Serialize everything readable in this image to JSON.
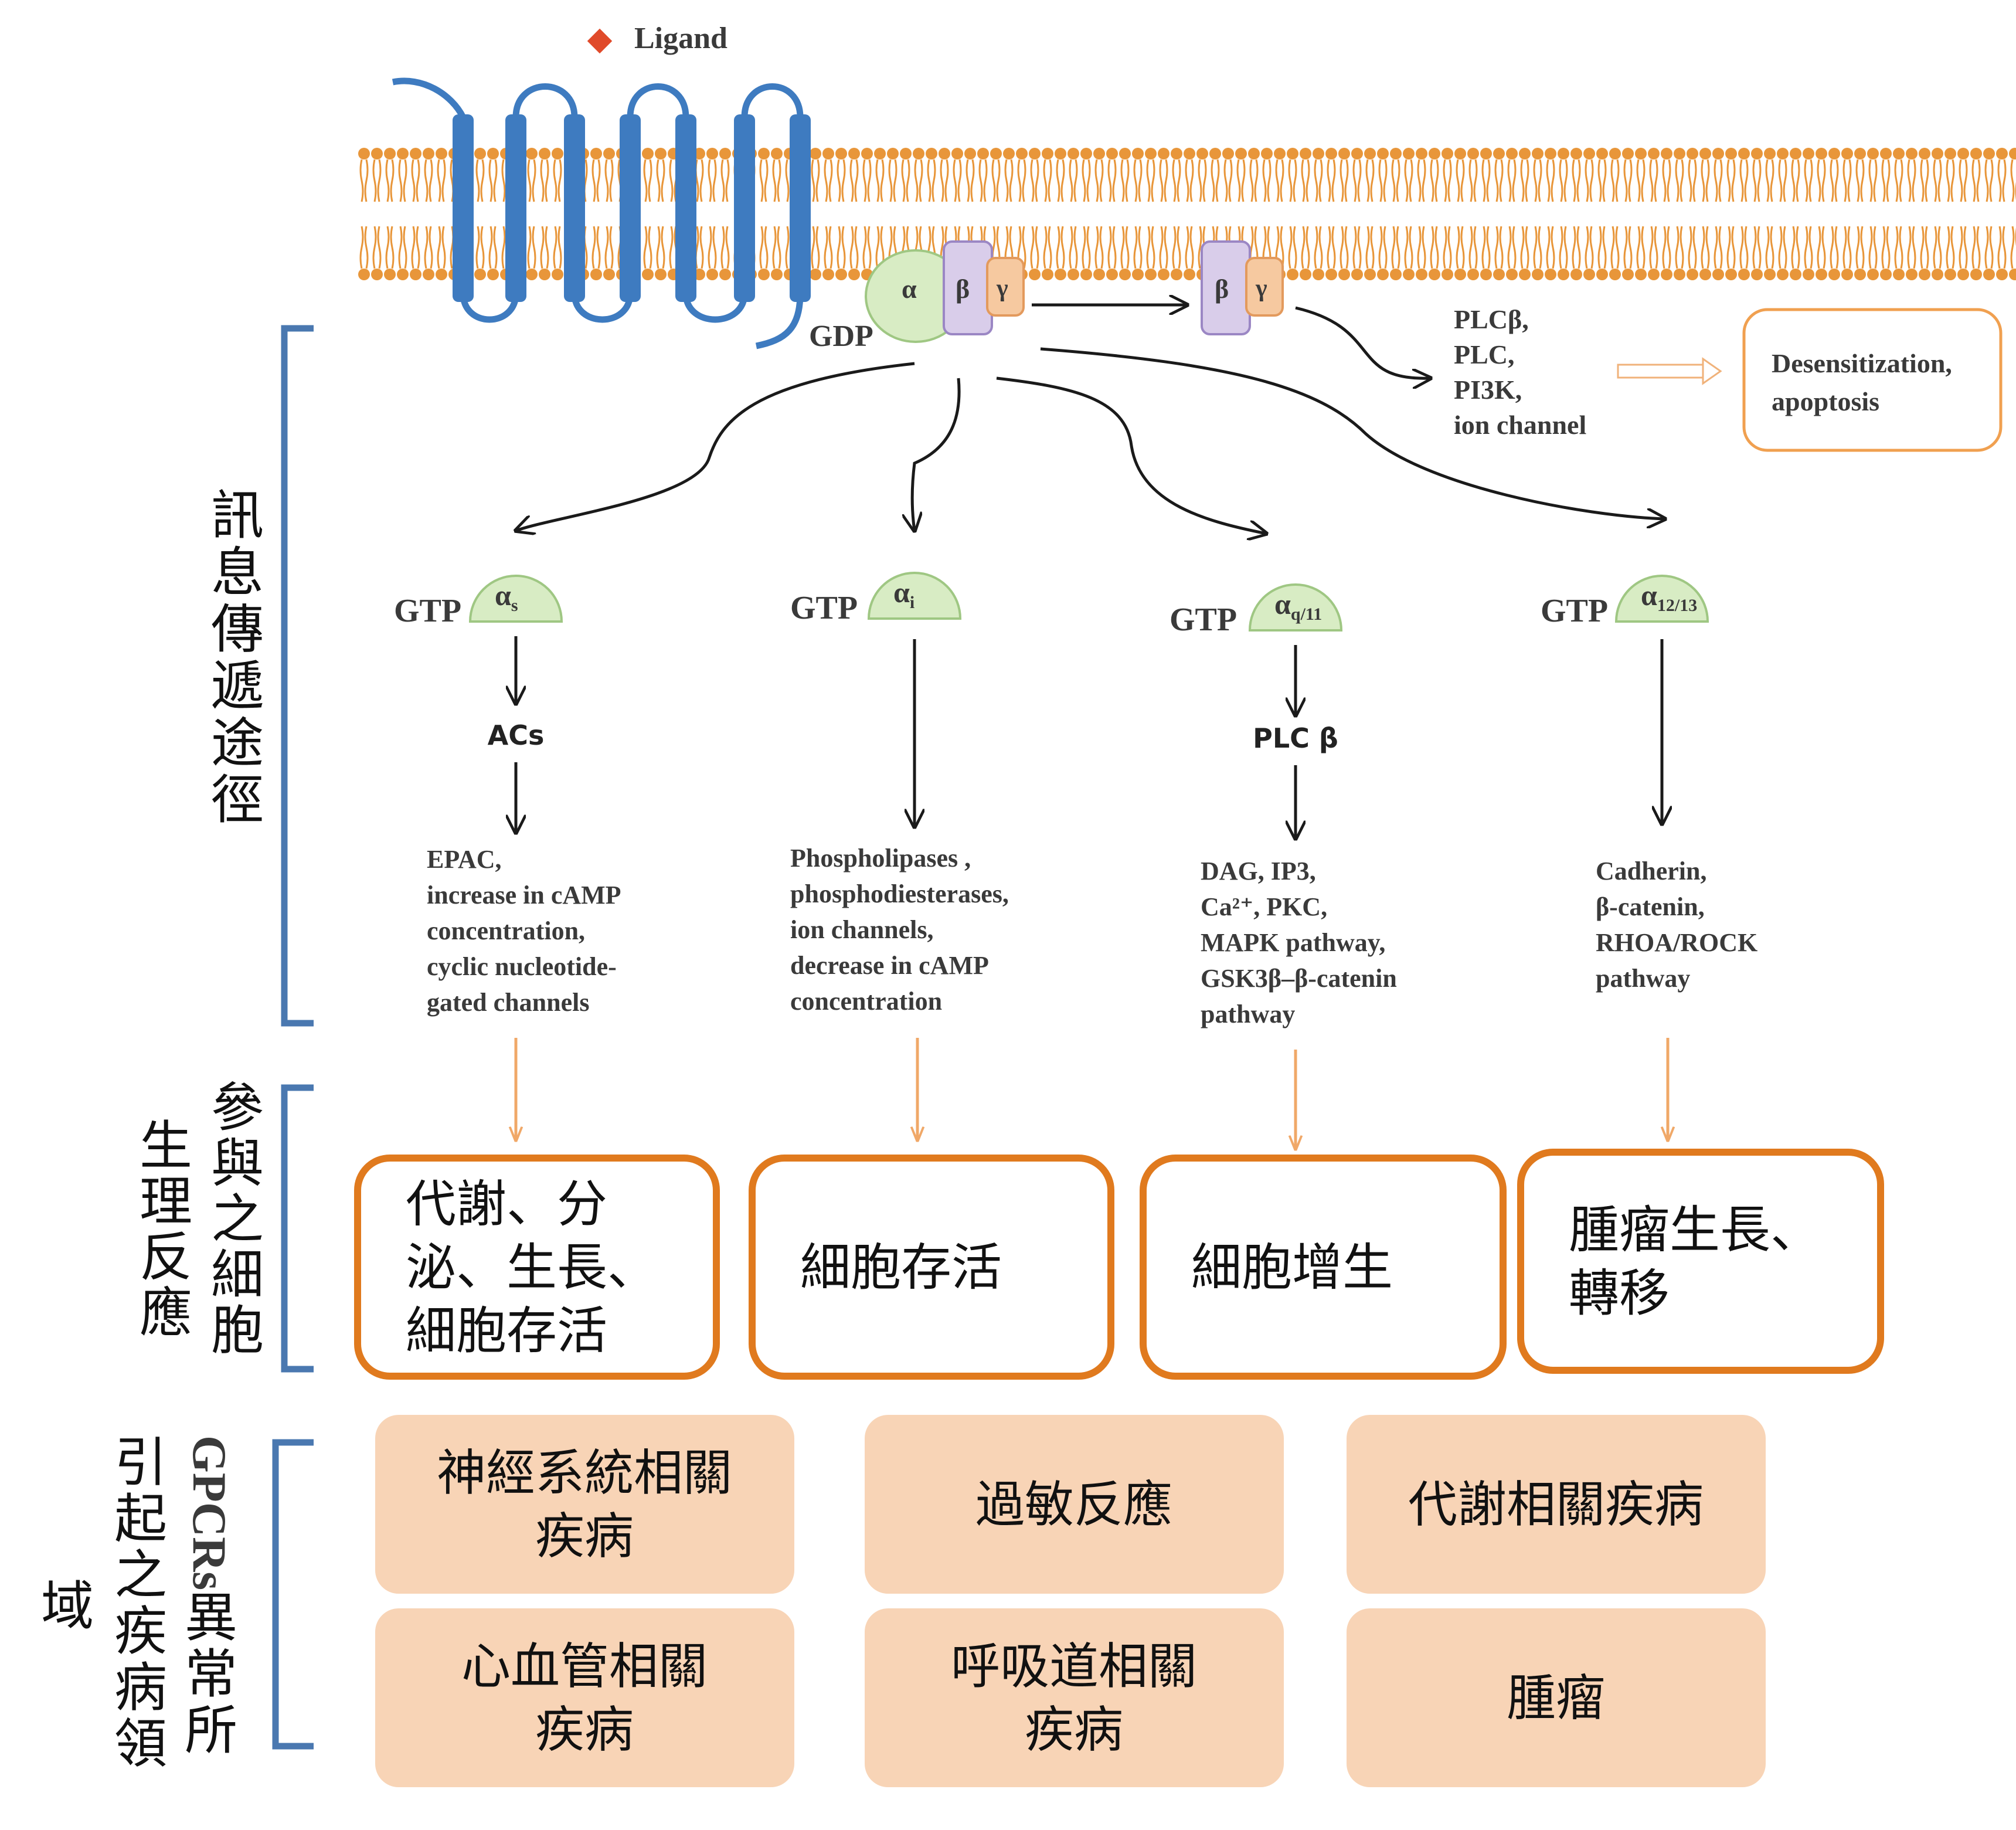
{
  "legend": {
    "ligand_label": "Ligand"
  },
  "membrane_complex": {
    "alpha": "α",
    "beta": "β",
    "gamma": "γ",
    "gdp": "GDP",
    "free_beta": "β",
    "free_gamma": "γ"
  },
  "effectors_top": [
    "PLCβ,",
    "PLC,",
    "PI3K,",
    "ion channel"
  ],
  "outcome_box": [
    "Desensitization,",
    "apoptosis"
  ],
  "pathways": [
    {
      "gtp": "GTP",
      "alpha_main": "α",
      "alpha_sub": "s",
      "mediator": "ACs",
      "effects": [
        "EPAC,",
        "increase in cAMP",
        "concentration,",
        "cyclic nucleotide-",
        "gated channels"
      ]
    },
    {
      "gtp": "GTP",
      "alpha_main": "α",
      "alpha_sub": "i",
      "mediator": "",
      "effects": [
        "Phospholipases ,",
        "phosphodiesterases,",
        "ion channels,",
        "decrease in cAMP",
        "concentration"
      ]
    },
    {
      "gtp": "GTP",
      "alpha_main": "α",
      "alpha_sub": "q/11",
      "mediator": "PLC β",
      "effects": [
        "DAG, IP3,",
        "Ca²⁺, PKC,",
        "MAPK pathway,",
        "GSK3β–β-catenin",
        "pathway"
      ]
    },
    {
      "gtp": "GTP",
      "alpha_main": "α",
      "alpha_sub": "12/13",
      "mediator": "",
      "effects": [
        "Cadherin,",
        "β-catenin,",
        "RHOA/ROCK",
        "pathway"
      ]
    }
  ],
  "section_labels": {
    "signaling": [
      "訊",
      "息",
      "傳",
      "遞",
      "途",
      "徑"
    ],
    "physiology_col1": [
      "參",
      "與",
      "之",
      "細",
      "胞"
    ],
    "physiology_col2": [
      "生",
      "理",
      "反",
      "應"
    ],
    "disease_col1": [
      "GPCRs",
      "異",
      "常",
      "所"
    ],
    "disease_col2": [
      "引",
      "起",
      "之",
      "疾",
      "病",
      "領"
    ],
    "disease_col3": [
      "域"
    ]
  },
  "cell_responses": [
    [
      "代謝、分",
      "泌、生長、",
      "細胞存活"
    ],
    [
      "細胞存活"
    ],
    [
      "細胞增生"
    ],
    [
      "腫瘤生長、",
      "轉移"
    ]
  ],
  "diseases": [
    [
      "神經系統相關",
      "疾病"
    ],
    [
      "過敏反應"
    ],
    [
      "代謝相關疾病"
    ],
    [
      "心血管相關",
      "疾病"
    ],
    [
      "呼吸道相關",
      "疾病"
    ],
    [
      "腫瘤"
    ]
  ],
  "colors": {
    "receptor_blue": "#3e7bc0",
    "membrane_orange": "#e8963a",
    "bracket_blue": "#4a78b0",
    "box_orange": "#e07a1e",
    "disease_fill": "#f8d4b6",
    "alpha_green": "#d8ecc4",
    "beta_purple": "#d9cdea",
    "gamma_orange": "#f6c9a0"
  }
}
